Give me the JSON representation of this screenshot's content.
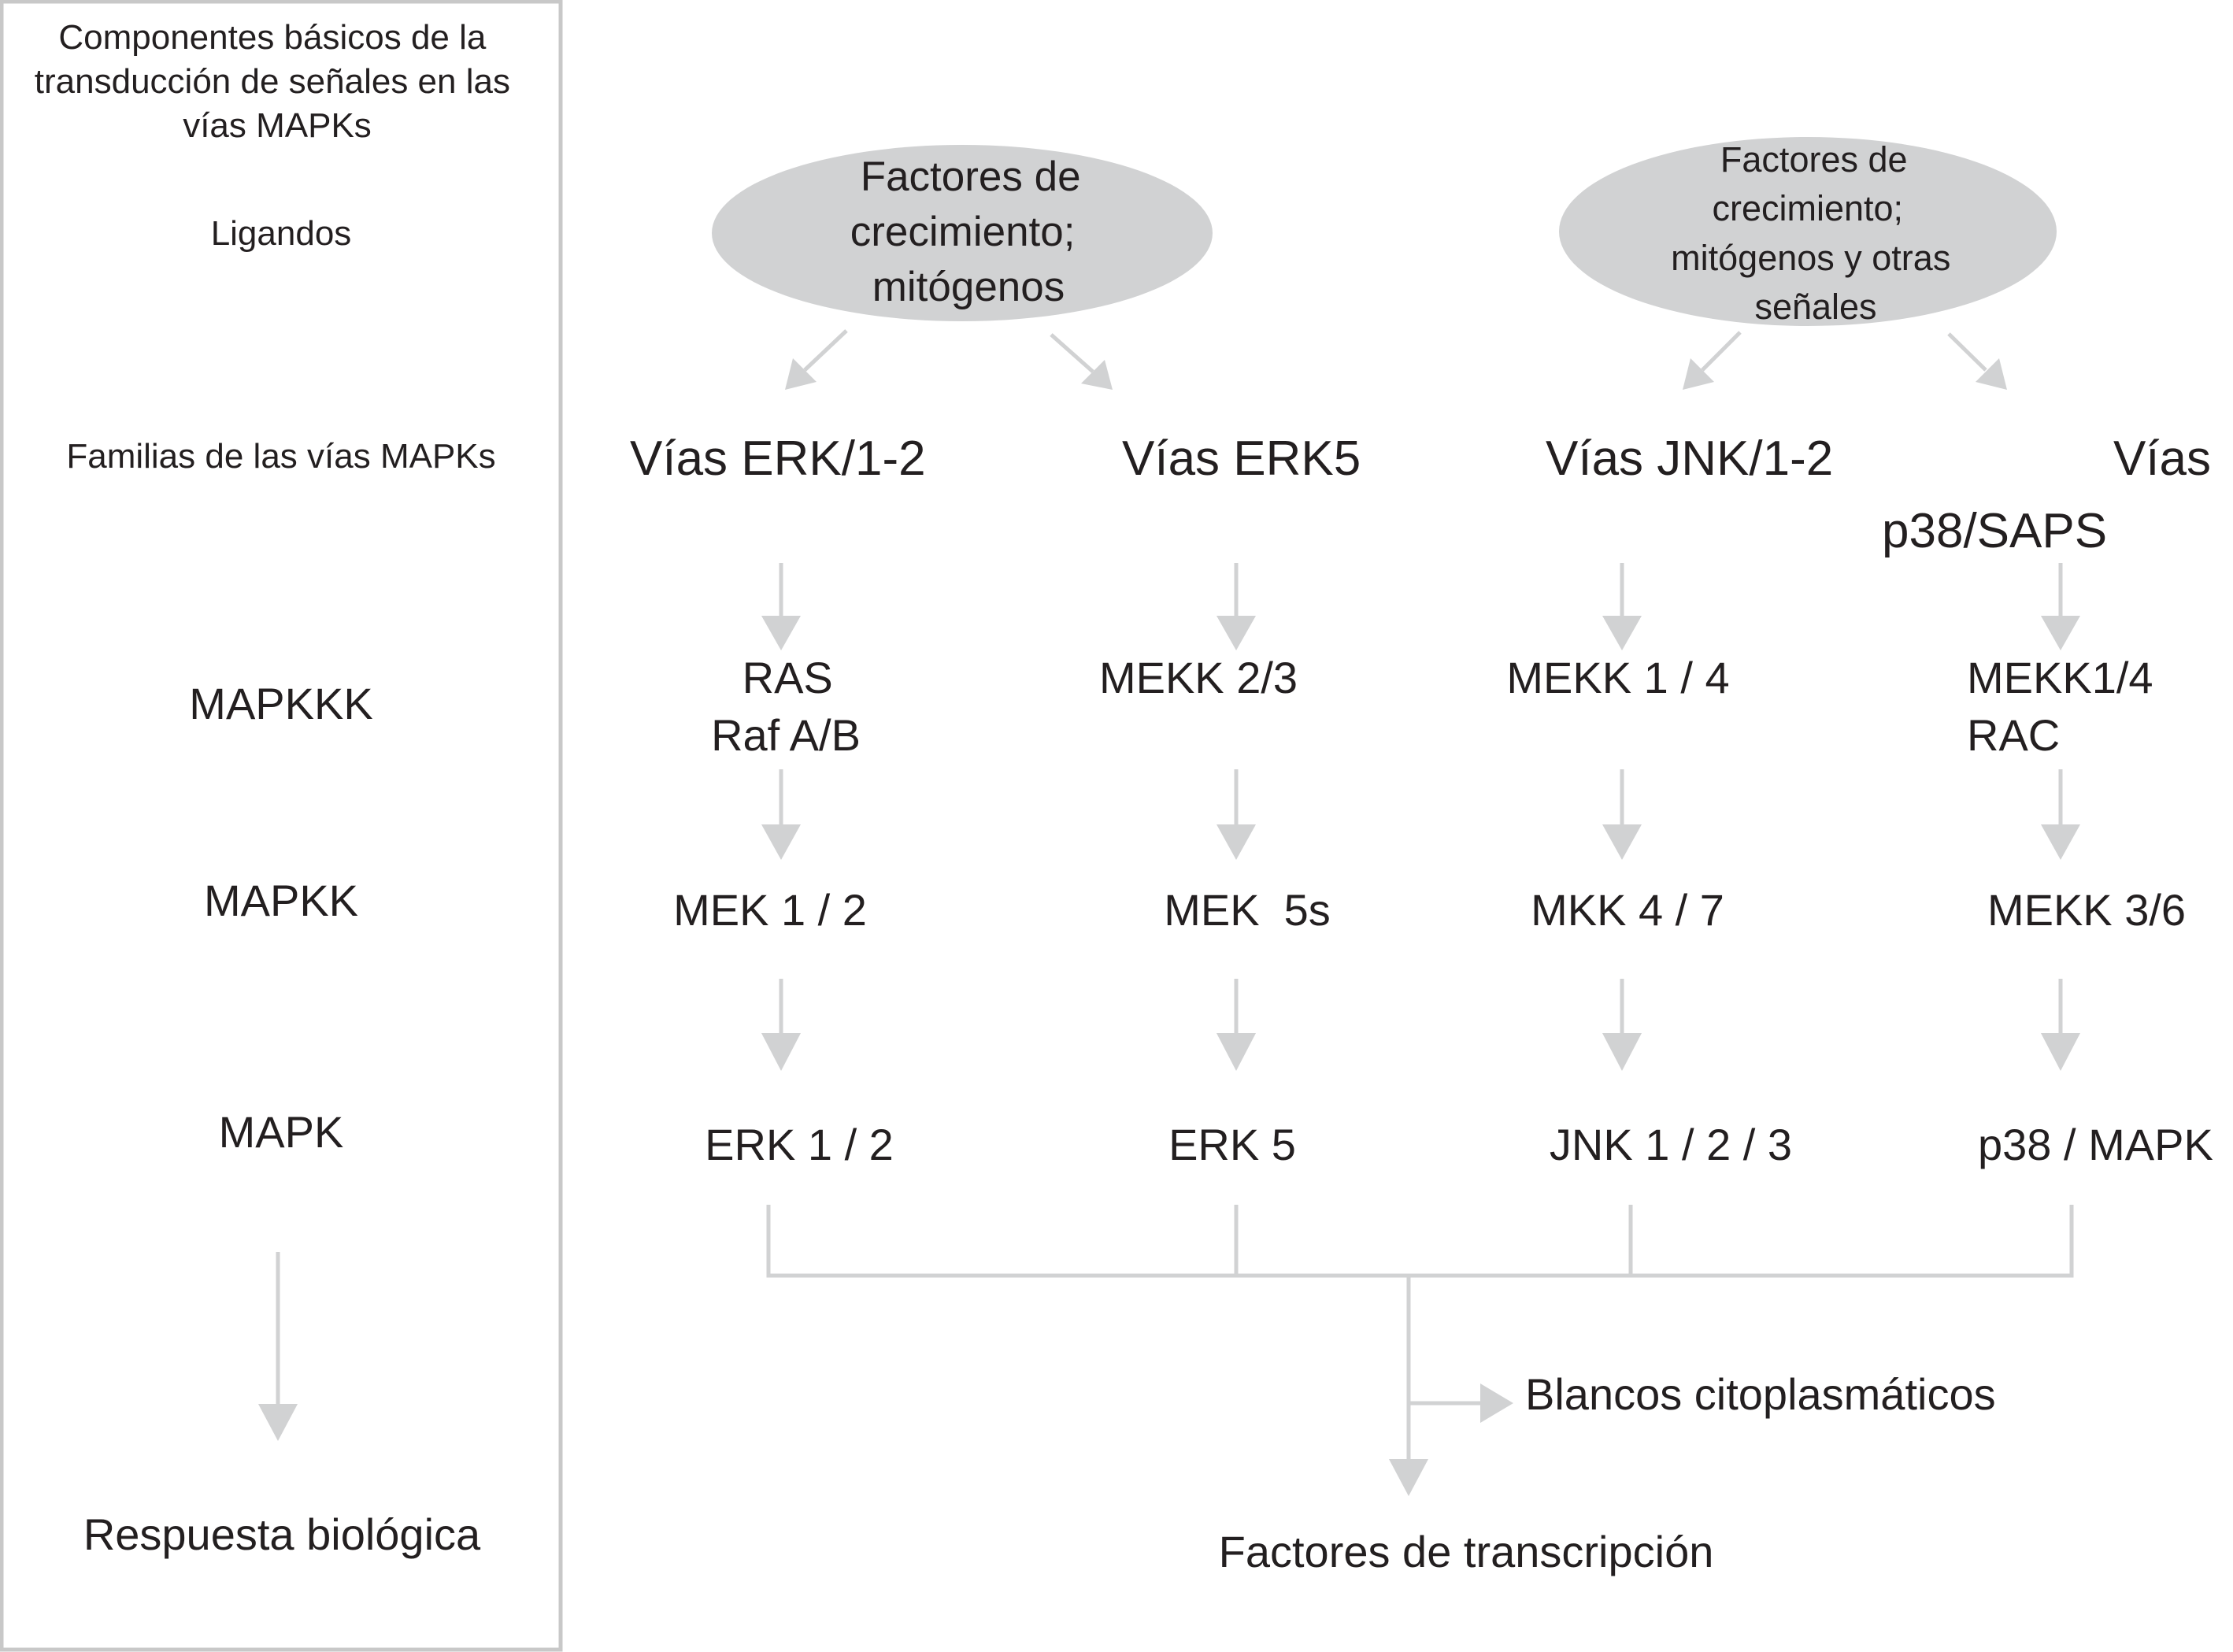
{
  "diagram_title": [
    "Componentes básicos de la",
    "transducción de señales en las",
    "vías MAPKs"
  ],
  "left_labels": {
    "ligands": "Ligandos",
    "families": "Familias de las vías MAPKs",
    "mapkkk": "MAPKKK",
    "mapkk": "MAPKK",
    "mapk": "MAPK",
    "response": "Respuesta biológica"
  },
  "ligands": [
    {
      "lines": [
        "Factores de",
        "crecimiento;",
        "mitógenos"
      ]
    },
    {
      "lines": [
        "Factores de",
        "crecimiento;",
        "mitógenos y otras",
        "señales"
      ]
    }
  ],
  "pathways": [
    {
      "family": [
        "Vías ERK/1-2"
      ],
      "mapkkk": [
        "RAS",
        "Raf A/B"
      ],
      "mapkk": "MEK 1 / 2",
      "mapk": "ERK 1 / 2"
    },
    {
      "family": [
        "Vías ERK5"
      ],
      "mapkkk": [
        "MEKK 2/3"
      ],
      "mapkk": "MEK  5s",
      "mapk": "ERK 5"
    },
    {
      "family": [
        "Vías JNK/1-2"
      ],
      "mapkkk": [
        "MEKK 1 / 4"
      ],
      "mapkk": "MKK 4 / 7",
      "mapk": "JNK 1 / 2 / 3"
    },
    {
      "family": [
        "Vías",
        "p38/SAPS"
      ],
      "mapkkk": [
        "MEKK1/4",
        "RAC"
      ],
      "mapkk": "MEKK 3/6",
      "mapk": "p38 / MAPK"
    }
  ],
  "outputs": {
    "cytoplasmic": "Blancos citoplasmáticos",
    "transcription": "Factores de transcripción"
  },
  "colors": {
    "text": "#231f20",
    "arrows": "#d1d2d3",
    "ellipse_fill": "#d1d2d3",
    "frame": "#c8c8c8"
  }
}
